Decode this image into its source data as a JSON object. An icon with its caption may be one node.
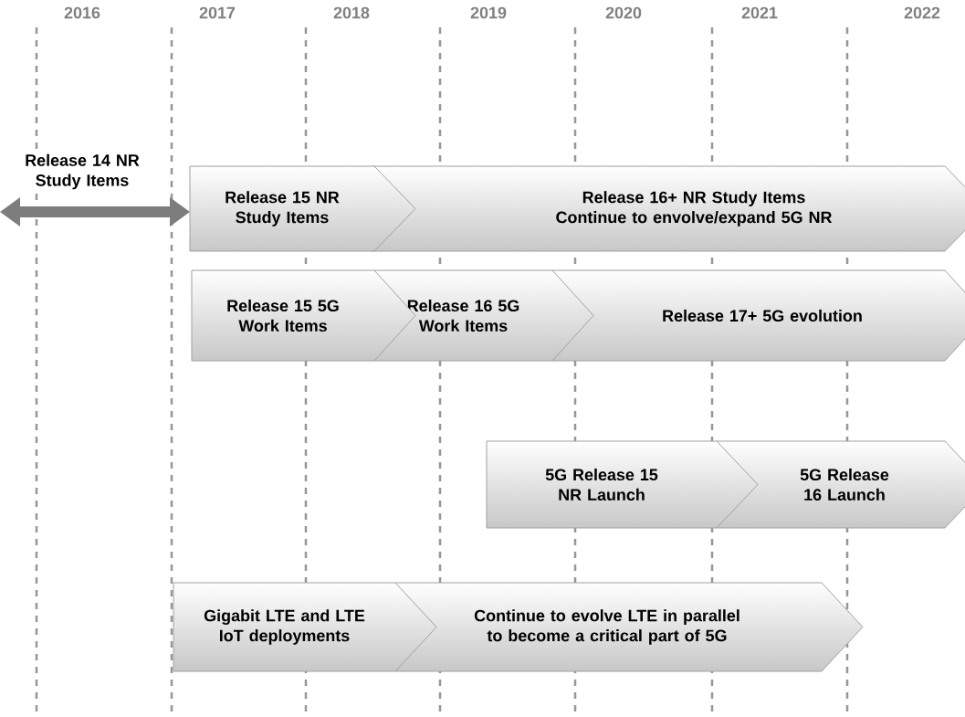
{
  "diagram": {
    "nodes": [
      {
        "text": [
          "Release 14 NR Study Items"
        ]
      },
      {
        "text": [
          "Release 15 NR Study Items"
        ]
      },
      {
        "text": [
          "Release 16+ NR Study Items",
          "Continue to envolve/expand 5G NR"
        ]
      },
      {
        "text": [
          "Release 15 5G Work Items"
        ]
      },
      {
        "text": [
          "Release 16 5G Work Items"
        ]
      },
      {
        "text": [
          "Release 17+ 5G evolution"
        ]
      },
      {
        "text": [
          "5G Release 15 NR Launch"
        ]
      },
      {
        "text": [
          "5G Release 16 Launch"
        ]
      },
      {
        "text": [
          "Gigabit LTE and LTE IoT deployments"
        ]
      },
      {
        "text": [
          "Continue to evolve LTE in parallel to become a critical part of 5G"
        ]
      }
    ],
    "labels": [
      "2016",
      "2017",
      "2018",
      "2019",
      "2020",
      "2021",
      "2022"
    ]
  }
}
